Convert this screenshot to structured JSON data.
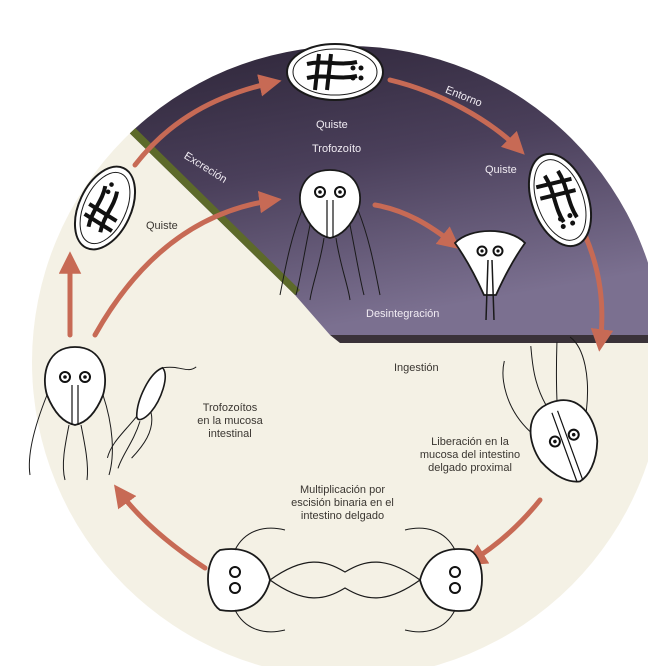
{
  "colors": {
    "background": "#ffffff",
    "disc": "#f4f1e5",
    "environment_top": "#2a2233",
    "environment_bottom": "#6f6480",
    "arrow": "#c76a55",
    "green_edge": "#5d6a2a"
  },
  "labels": {
    "quiste_top": "Quiste",
    "entorno": "Entorno",
    "trofozoito": "Trofozoíto",
    "excrecion": "Excreción",
    "quiste_right": "Quiste",
    "quiste_left": "Quiste",
    "desintegracion": "Desintegración",
    "ingestion": "Ingestión",
    "trofozoitos_mucosa": "Trofozoítos\nen la mucosa\nintestinal",
    "liberacion": "Liberación en la\nmucosa del intestino\ndelgado proximal",
    "multiplicacion": "Multiplicación por\nescisión binaria en el\nintestino delgado"
  }
}
